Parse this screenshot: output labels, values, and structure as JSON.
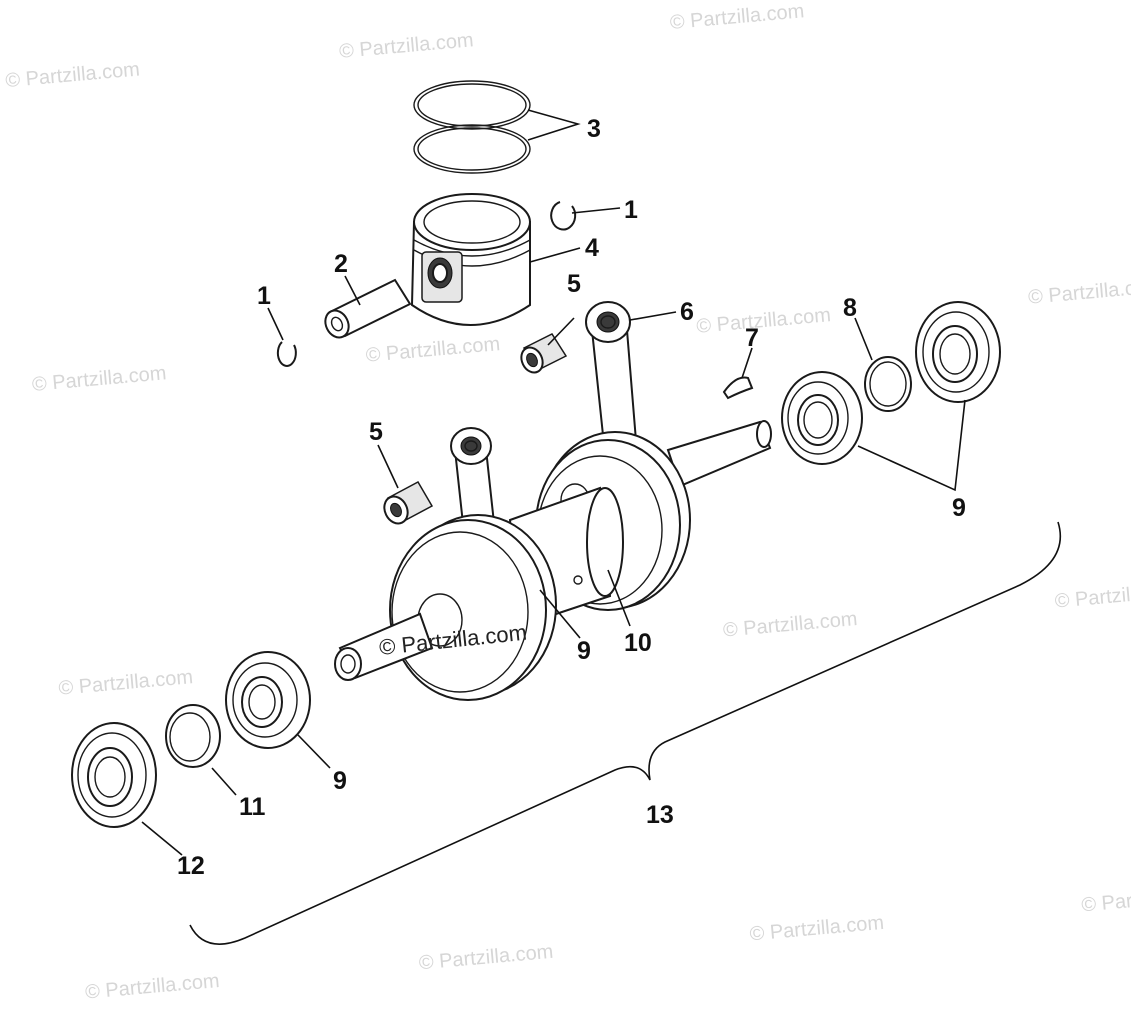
{
  "watermark": "© Partzilla.com",
  "callouts": {
    "c1a": "1",
    "c1b": "1",
    "c2": "2",
    "c3": "3",
    "c4": "4",
    "c5a": "5",
    "c5b": "5",
    "c6": "6",
    "c7": "7",
    "c8": "8",
    "c9a": "9",
    "c9b": "9",
    "c9c": "9",
    "c10": "10",
    "c11": "11",
    "c12": "12",
    "c13": "13"
  }
}
